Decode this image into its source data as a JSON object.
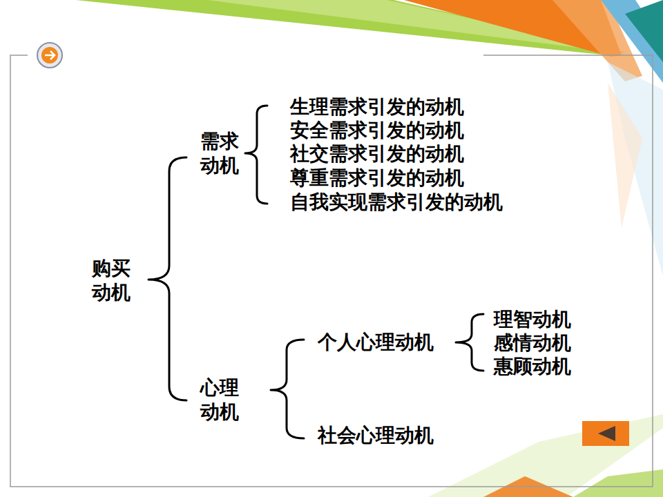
{
  "diagram": {
    "labels": [
      "购买 动机",
      "需求 动机",
      "生理需求引发的动机",
      "安全需求引发的动机",
      "社交需求引发的动机",
      "尊重需求引发的动机",
      "自我实现需求引发的动机",
      "心理 动机",
      "个人心理动机",
      "理智动机",
      "感情动机",
      "惠顾动机",
      "社会心理动机"
    ]
  }
}
